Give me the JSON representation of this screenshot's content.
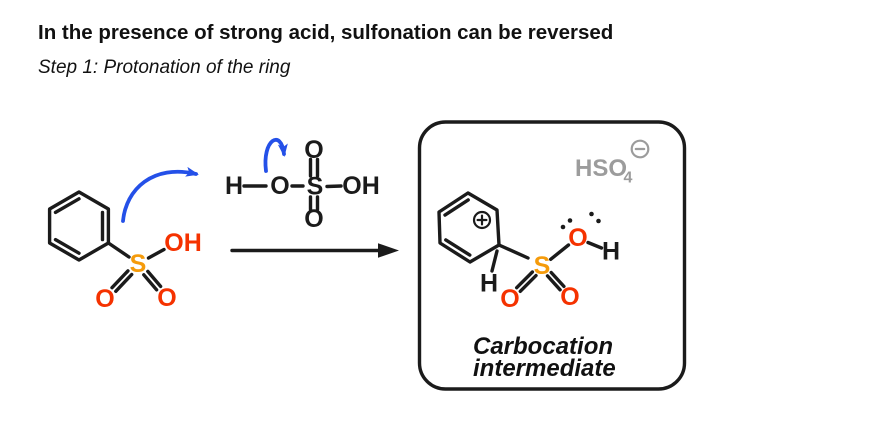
{
  "header": {
    "title": "In the presence of strong acid, sulfonation can be reversed",
    "subtitle": "Step 1: Protonation of the ring"
  },
  "colors": {
    "bond_black": "#1b1b1b",
    "arrow_blue": "#2450e8",
    "sulfur_orange": "#f59b0b",
    "oxygen_red": "#f53200",
    "counterion_gray": "#9c9c9c"
  },
  "reactant": {
    "name": "benzenesulfonic acid",
    "atoms": {
      "s": "S",
      "oh": "OH",
      "o_left": "O",
      "o_right": "O"
    }
  },
  "acid": {
    "name": "sulfuric acid",
    "atoms": {
      "h": "H",
      "o": "O",
      "s": "S",
      "oh": "OH",
      "o_top": "O",
      "o_bottom": "O"
    }
  },
  "product_box": {
    "counterion": {
      "formula": "HSO",
      "subscript": "4",
      "charge_icon": "circled-minus"
    },
    "ring_charge_icon": "circled-plus",
    "atoms": {
      "h_ring": "H",
      "s": "S",
      "o_left": "O",
      "o_right": "O",
      "o_hydroxyl": "O",
      "h_hydroxyl": "H"
    },
    "caption_line1": "Carbocation",
    "caption_line2": "intermediate"
  }
}
